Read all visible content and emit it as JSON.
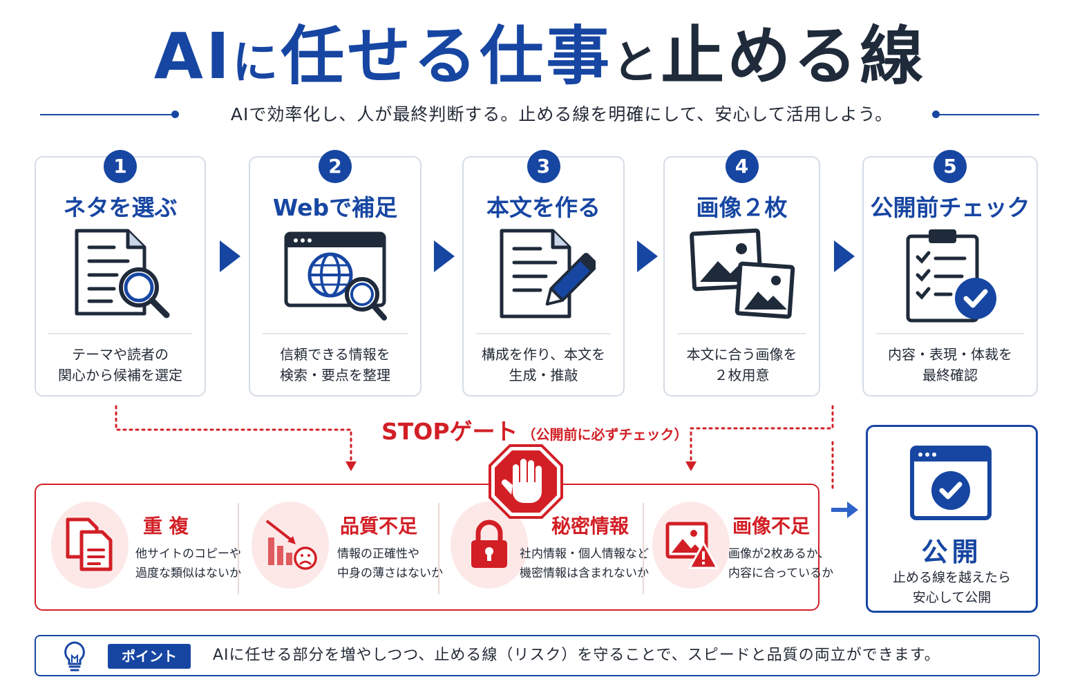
{
  "header": {
    "title_ai": "AI",
    "title_ni": "に",
    "title_main": "任せる仕事",
    "title_to": "と",
    "title_end": "止める線",
    "subtitle": "AIで効率化し、人が最終判断する。止める線を明確にして、安心して活用しよう。"
  },
  "steps": [
    {
      "num": "1",
      "title": "ネタを選ぶ",
      "icon": "document-search-icon",
      "desc": [
        "テーマや読者の",
        "関心から候補を選定"
      ]
    },
    {
      "num": "2",
      "title": "Webで補足",
      "icon": "web-search-icon",
      "desc": [
        "信頼できる情報を",
        "検索・要点を整理"
      ]
    },
    {
      "num": "3",
      "title": "本文を作る",
      "icon": "document-pen-icon",
      "desc": [
        "構成を作り、本文を",
        "生成・推敲"
      ]
    },
    {
      "num": "4",
      "title": "画像２枚",
      "icon": "two-images-icon",
      "desc": [
        "本文に合う画像を",
        "２枚用意"
      ]
    },
    {
      "num": "5",
      "title": "公開前チェック",
      "icon": "clipboard-check-icon",
      "desc": [
        "内容・表現・体裁を",
        "最終確認"
      ]
    }
  ],
  "stop": {
    "title": "STOPゲート",
    "note": "（公開前に必ずチェック）",
    "gates": [
      {
        "title": "重 複",
        "icon": "duplicate-icon",
        "desc": [
          "他サイトのコピーや",
          "過度な類似はないか"
        ]
      },
      {
        "title": "品質不足",
        "icon": "quality-down-icon",
        "desc": [
          "情報の正確性や",
          "中身の薄さはないか"
        ]
      },
      {
        "title": "秘密情報",
        "icon": "lock-icon",
        "desc": [
          "社内情報・個人情報など",
          "機密情報は含まれないか"
        ]
      },
      {
        "title": "画像不足",
        "icon": "image-warning-icon",
        "desc": [
          "画像が2枚あるか、",
          "内容に合っているか"
        ]
      }
    ]
  },
  "publish": {
    "title": "公開",
    "desc": [
      "止める線を越えたら",
      "安心して公開"
    ]
  },
  "point": {
    "badge": "ポイント",
    "text": "AIに任せる部分を増やしつつ、止める線（リスク）を守ることで、スピードと品質の両立ができます。"
  },
  "colors": {
    "primary": "#1746a2",
    "danger": "#d21f26",
    "text": "#222a36"
  }
}
